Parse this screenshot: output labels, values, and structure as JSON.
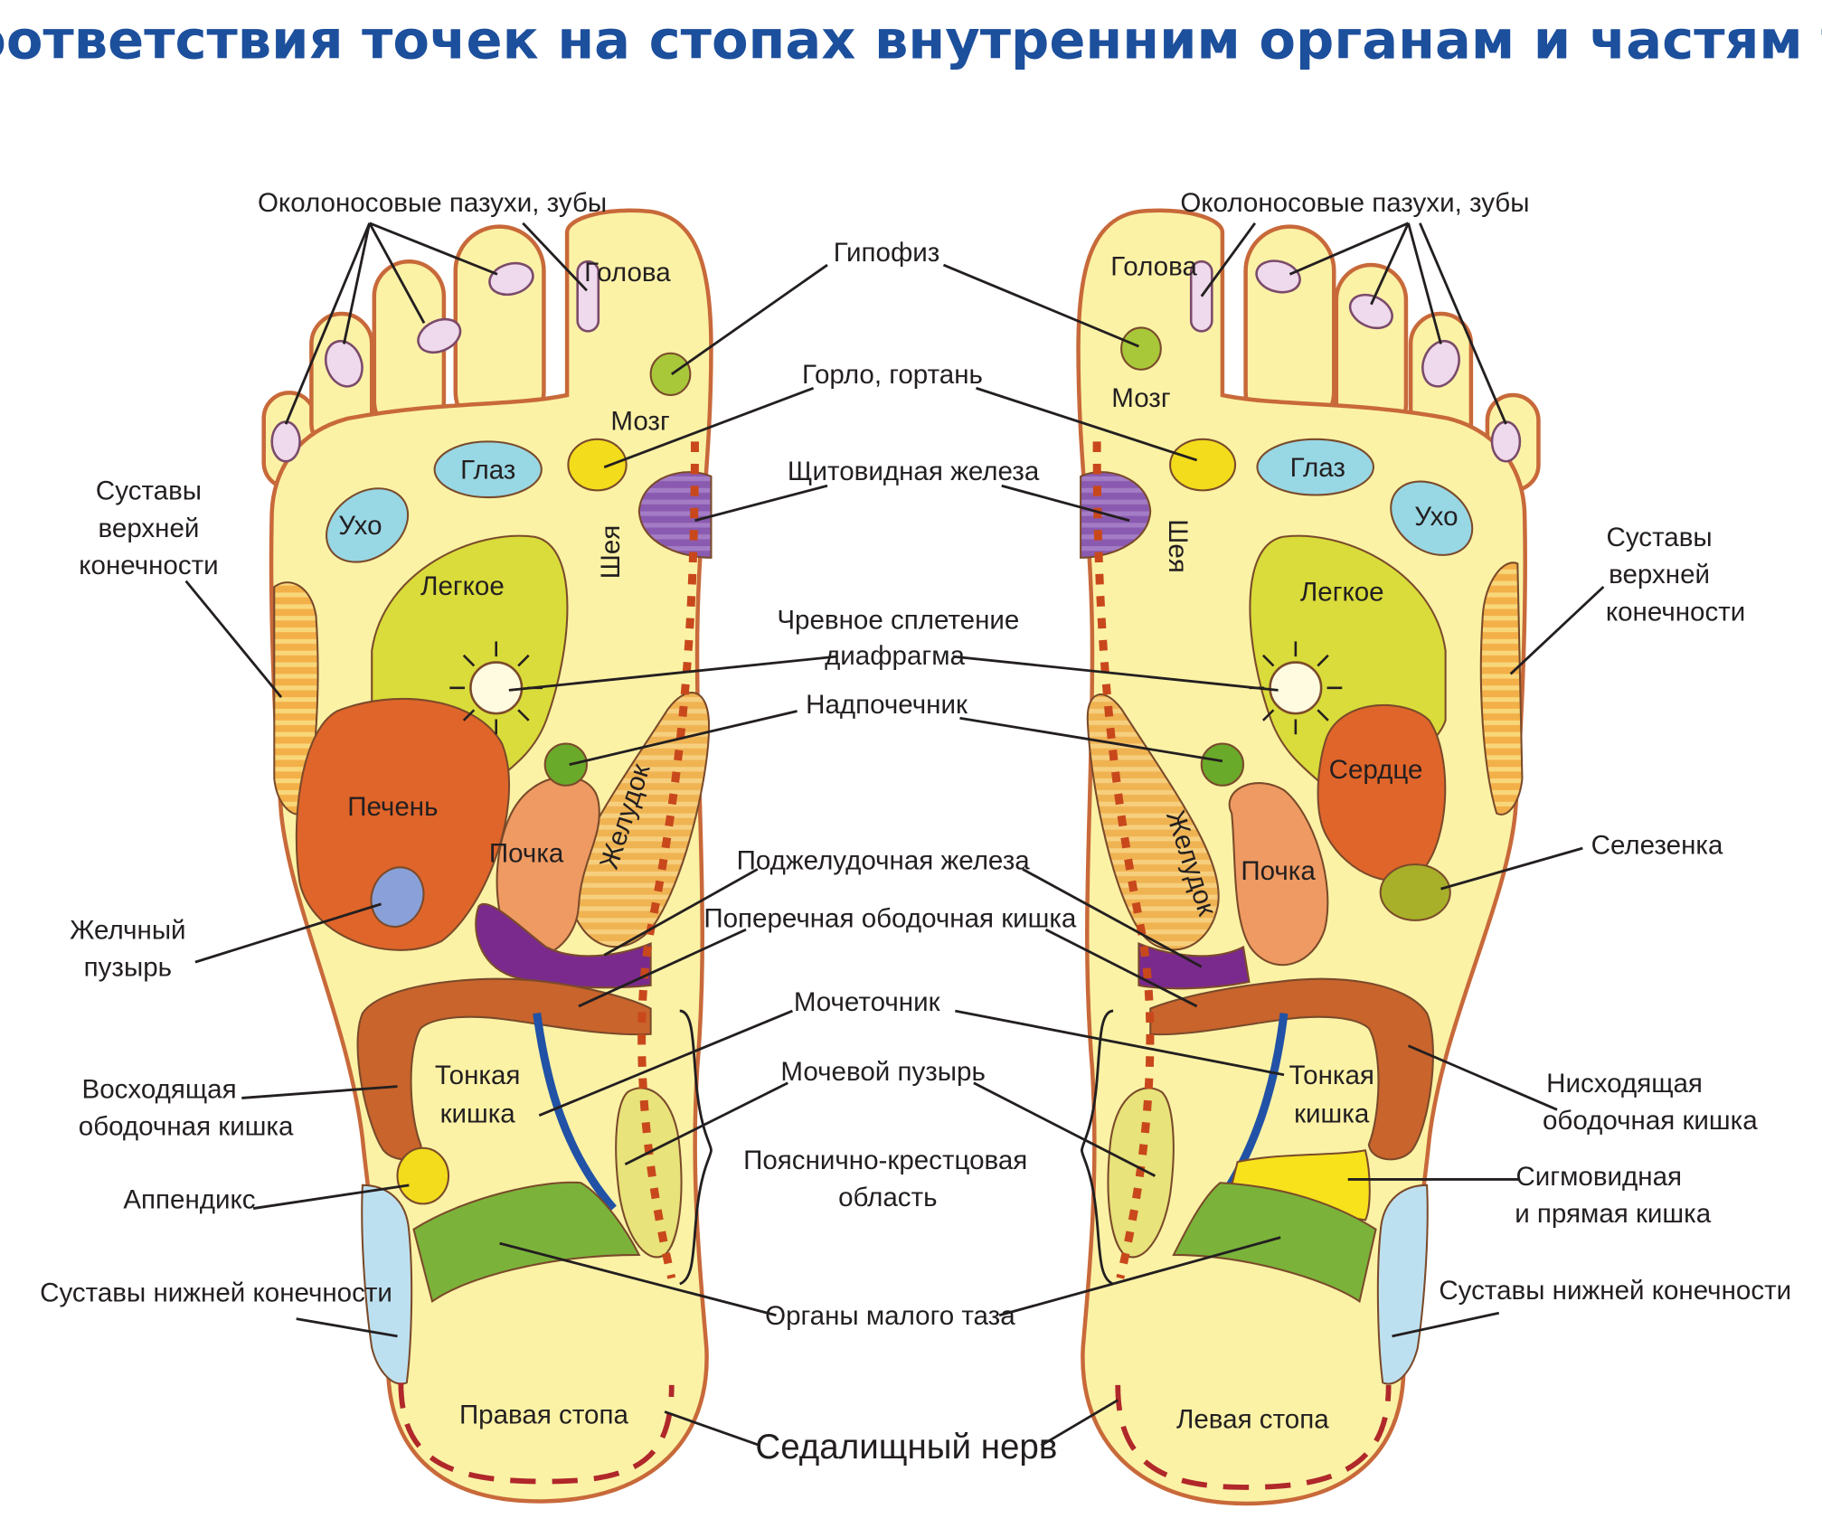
{
  "title": "Соответствия точек на стопах внутренним органам и частям тела",
  "colors": {
    "title": "#1c4f9c",
    "foot_fill": "#fbf2a6",
    "foot_outline": "#c8693a",
    "lung": "#d9dc3a",
    "liver": "#e0652a",
    "heart": "#e0652a",
    "kidney": "#ee9a62",
    "stomach": "#f0b352",
    "pancreas": "#7a2a8c",
    "colon": "#c8642c",
    "pelvic": "#7bb33a",
    "lower_joints": "#bde0f0",
    "upper_joints": "#f3b048",
    "eye_ear": "#98d7e4",
    "brain": "#f2dc1c",
    "spine_dash": "#c8481c",
    "ureter": "#2152a6",
    "sigmoid": "#f7e21c",
    "spleen": "#a8b02a"
  },
  "left_labels": {
    "sinuses": "Околоносовые пазухи, зубы",
    "upper_joints": [
      "Суставы",
      "верхней",
      "конечности"
    ],
    "gallbladder": [
      "Желчный",
      "пузырь"
    ],
    "ascending_colon": [
      "Восходящая",
      "ободочная кишка"
    ],
    "appendix": "Аппендикс",
    "lower_joints": "Суставы нижней конечности"
  },
  "center_labels": {
    "pituitary": "Гипофиз",
    "throat": "Горло,  гортань",
    "thyroid": "Щитовидная железа",
    "solar_plexus": [
      "Чревное сплетение",
      "диафрагма"
    ],
    "adrenal": "Надпочечник",
    "pancreas": "Поджелудочная железа",
    "transverse_colon": "Поперечная ободочная кишка",
    "ureter": "Мочеточник",
    "bladder": "Мочевой пузырь",
    "lumbosacral": [
      "Пояснично-крестцовая",
      "область"
    ],
    "pelvic_organs": "Органы малого таза",
    "sciatic_nerve": "Седалищный нерв"
  },
  "right_labels": {
    "sinuses": "Околоносовые пазухи, зубы",
    "upper_joints": [
      "Суставы",
      "верхней",
      "конечности"
    ],
    "spleen": "Селезенка",
    "descending_colon": [
      "Нисходящая",
      "ободочная кишка"
    ],
    "sigmoid": [
      "Сигмовидная",
      "и прямая кишка"
    ],
    "lower_joints": "Суставы нижней конечности"
  },
  "right_foot": {
    "head": "Голова",
    "brain": "Мозг",
    "eye": "Глаз",
    "ear": "Ухо",
    "neck": "Шея",
    "lung": "Легкое",
    "liver": "Печень",
    "kidney": "Почка",
    "stomach": "Желудок",
    "small_intestine": [
      "Тонкая",
      "кишка"
    ],
    "name": "Правая  стопа"
  },
  "left_foot": {
    "head": "Голова",
    "brain": "Мозг",
    "eye": "Глаз",
    "ear": "Ухо",
    "neck": "Шея",
    "lung": "Легкое",
    "heart": "Сердце",
    "kidney": "Почка",
    "stomach": "Желудок",
    "small_intestine": [
      "Тонкая",
      "кишка"
    ],
    "name": "Левая  стопа"
  }
}
